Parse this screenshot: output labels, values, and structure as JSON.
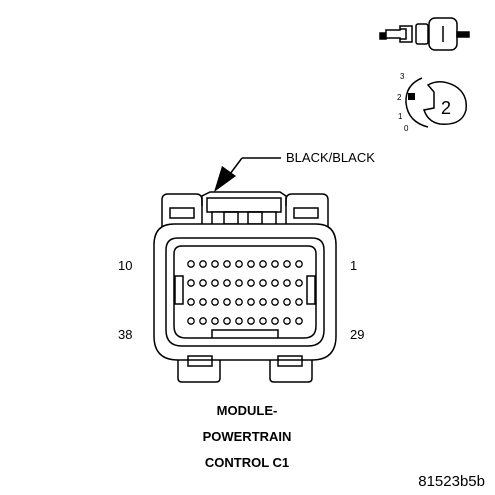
{
  "connector": {
    "color_label": "BLACK/BLACK",
    "pin_top_left": "10",
    "pin_top_right": "1",
    "pin_bottom_left": "38",
    "pin_bottom_right": "29"
  },
  "title": {
    "line1": "MODULE-",
    "line2": "POWERTRAIN",
    "line3": "CONTROL C1"
  },
  "figure_id": "81523b5b",
  "lock_symbol": {
    "digit": "2",
    "positions": [
      "3",
      "2",
      "1",
      "0"
    ]
  }
}
